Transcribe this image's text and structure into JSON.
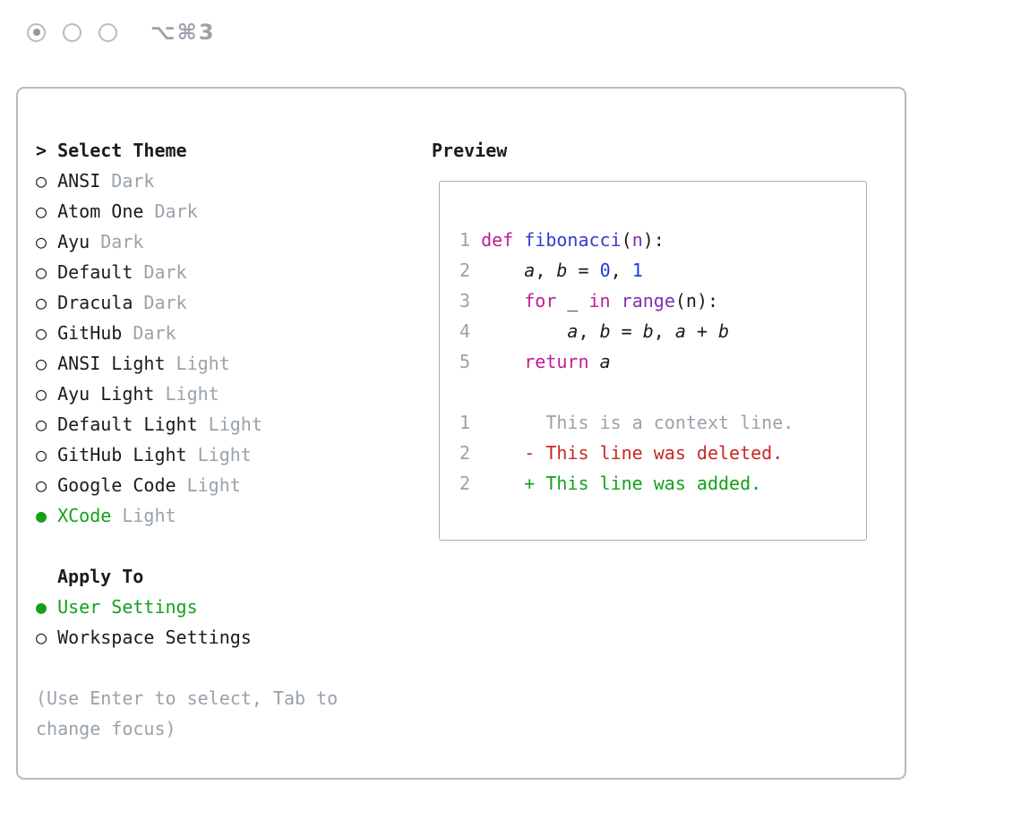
{
  "window": {
    "shortcut": "⌥⌘3"
  },
  "colors": {
    "text": "#1b1b1b",
    "gray": "#9aa2aa",
    "green": "#14a01a",
    "red": "#c7281f",
    "keyword": "#bf1d94",
    "function": "#3a3ad0",
    "number": "#1f36e8",
    "type": "#7d2fb0"
  },
  "theme_panel": {
    "title_prefix": ">",
    "title": "Select Theme",
    "markers": {
      "selected": "●",
      "unselected": "○"
    },
    "themes": [
      {
        "name": "ANSI",
        "variant": "Dark",
        "selected": false
      },
      {
        "name": "Atom One",
        "variant": "Dark",
        "selected": false
      },
      {
        "name": "Ayu",
        "variant": "Dark",
        "selected": false
      },
      {
        "name": "Default",
        "variant": "Dark",
        "selected": false
      },
      {
        "name": "Dracula",
        "variant": "Dark",
        "selected": false
      },
      {
        "name": "GitHub",
        "variant": "Dark",
        "selected": false
      },
      {
        "name": "ANSI Light",
        "variant": "Light",
        "selected": false
      },
      {
        "name": "Ayu Light",
        "variant": "Light",
        "selected": false
      },
      {
        "name": "Default Light",
        "variant": "Light",
        "selected": false
      },
      {
        "name": "GitHub Light",
        "variant": "Light",
        "selected": false
      },
      {
        "name": "Google Code",
        "variant": "Light",
        "selected": false
      },
      {
        "name": "XCode",
        "variant": "Light",
        "selected": true
      }
    ],
    "apply_to": {
      "title": "Apply To",
      "options": [
        {
          "label": "User Settings",
          "selected": true
        },
        {
          "label": "Workspace Settings",
          "selected": false
        }
      ]
    },
    "help": [
      "(Use Enter to select, Tab to",
      "change focus)"
    ]
  },
  "preview": {
    "title": "Preview",
    "code_lines": [
      {
        "num": "1",
        "tokens": [
          {
            "t": "def ",
            "c": "kw"
          },
          {
            "t": "fibonacci",
            "c": "fn"
          },
          {
            "t": "(",
            "c": "pl"
          },
          {
            "t": "n",
            "c": "ty"
          },
          {
            "t": "):",
            "c": "pl"
          }
        ]
      },
      {
        "num": "2",
        "tokens": [
          {
            "t": "    ",
            "c": "pl"
          },
          {
            "t": "a",
            "c": "it"
          },
          {
            "t": ", ",
            "c": "pl"
          },
          {
            "t": "b",
            "c": "it"
          },
          {
            "t": " = ",
            "c": "pl"
          },
          {
            "t": "0",
            "c": "nu"
          },
          {
            "t": ", ",
            "c": "pl"
          },
          {
            "t": "1",
            "c": "nu"
          }
        ]
      },
      {
        "num": "3",
        "tokens": [
          {
            "t": "    ",
            "c": "pl"
          },
          {
            "t": "for",
            "c": "kw"
          },
          {
            "t": " _ ",
            "c": "pl"
          },
          {
            "t": "in",
            "c": "kw"
          },
          {
            "t": " ",
            "c": "pl"
          },
          {
            "t": "range",
            "c": "ty"
          },
          {
            "t": "(n):",
            "c": "pl"
          }
        ]
      },
      {
        "num": "4",
        "tokens": [
          {
            "t": "        ",
            "c": "pl"
          },
          {
            "t": "a",
            "c": "it"
          },
          {
            "t": ", ",
            "c": "pl"
          },
          {
            "t": "b",
            "c": "it"
          },
          {
            "t": " = ",
            "c": "pl"
          },
          {
            "t": "b",
            "c": "it"
          },
          {
            "t": ", ",
            "c": "pl"
          },
          {
            "t": "a",
            "c": "it"
          },
          {
            "t": " + ",
            "c": "pl"
          },
          {
            "t": "b",
            "c": "it"
          }
        ]
      },
      {
        "num": "5",
        "tokens": [
          {
            "t": "    ",
            "c": "pl"
          },
          {
            "t": "return",
            "c": "kw"
          },
          {
            "t": " ",
            "c": "pl"
          },
          {
            "t": "a",
            "c": "it"
          }
        ]
      }
    ],
    "diff_lines": [
      {
        "num": "1",
        "text": "      This is a context line.",
        "kind": "context"
      },
      {
        "num": "2",
        "text": "    - This line was deleted.",
        "kind": "deleted"
      },
      {
        "num": "2",
        "text": "    + This line was added.",
        "kind": "added"
      }
    ]
  }
}
